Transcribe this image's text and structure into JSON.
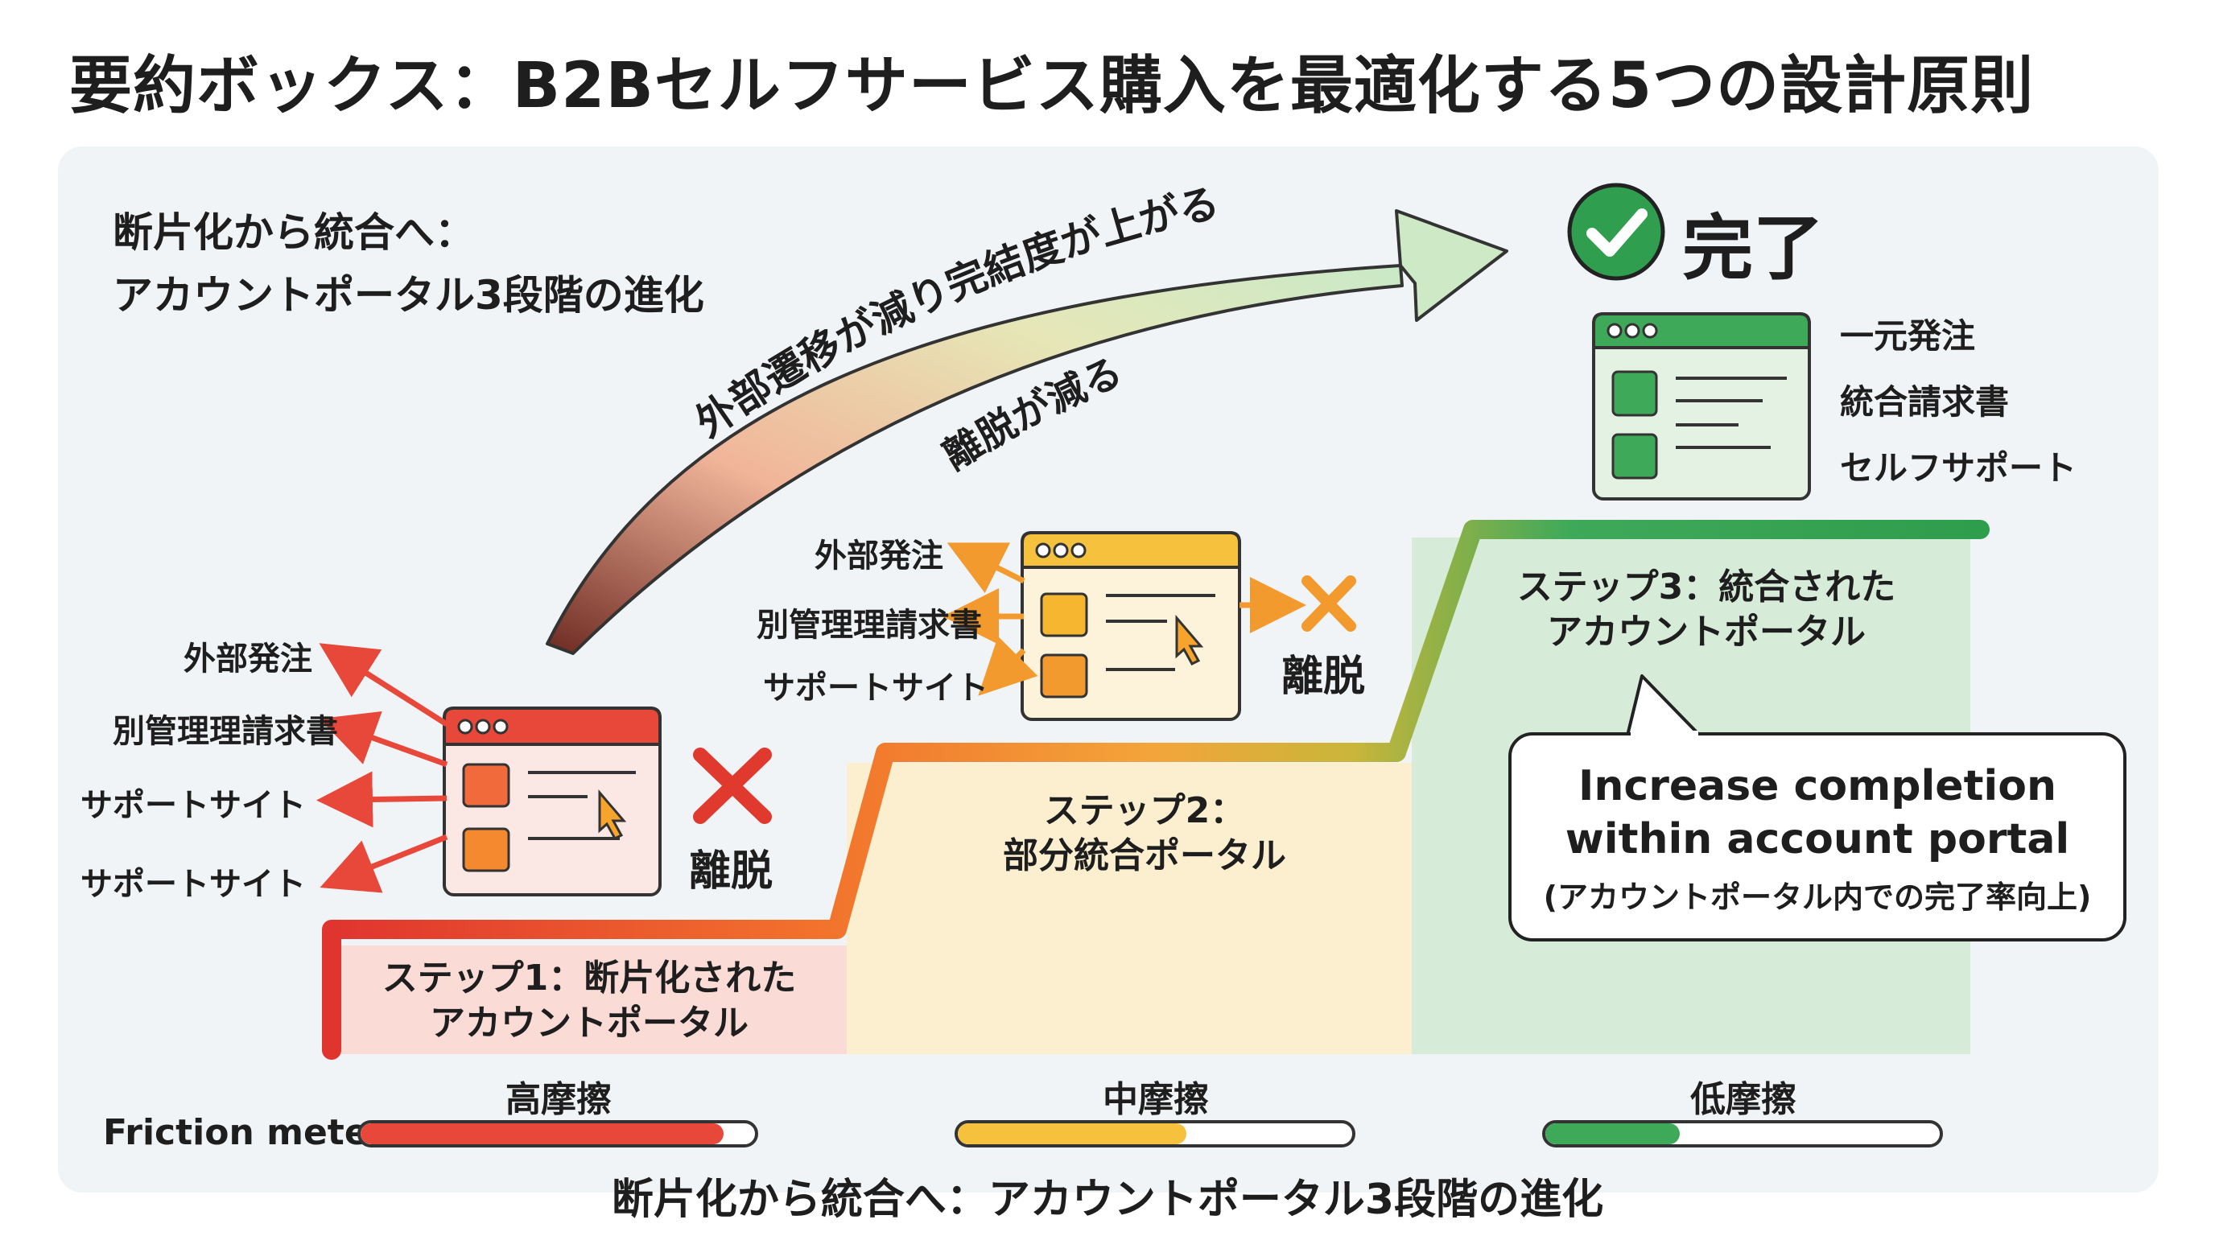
{
  "title": "要約ボックス：B2Bセルフサービス購入を最適化する5つの設計原則",
  "subtitle": {
    "line1": "断片化から統合へ：",
    "line2": "アカウントポータル3段階の進化"
  },
  "arrow_text": {
    "upper": "外部遷移が減り完結度が上がる",
    "lower": "離脱が減る"
  },
  "completion": {
    "label": "完了",
    "features": [
      "一元発注",
      "統合請求書",
      "セルフサポート"
    ]
  },
  "step1": {
    "label_line1": "ステップ1：断片化された",
    "label_line2": "アカウントポータル",
    "links": [
      "外部発注",
      "別管理理請求書",
      "サポートサイト",
      "サポートサイト"
    ],
    "exit_label": "離脱"
  },
  "step2": {
    "label_line1": "ステップ2：",
    "label_line2": "部分統合ポータル",
    "links": [
      "外部発注",
      "別管理理請求書",
      "サポートサイト"
    ],
    "exit_label": "離脱"
  },
  "step3": {
    "label_line1": "ステップ3：統合された",
    "label_line2": "アカウントポータル"
  },
  "callout": {
    "line1": "Increase completion",
    "line2": "within account portal",
    "line3": "(アカウントポータル内での完了率向上)"
  },
  "friction": {
    "label": "Friction meter",
    "levels": [
      {
        "label": "高摩擦",
        "fill": 0.92,
        "color": "#e8483a"
      },
      {
        "label": "中摩擦",
        "fill": 0.58,
        "color": "#f6c23e"
      },
      {
        "label": "低摩擦",
        "fill": 0.34,
        "color": "#3fa95a"
      }
    ]
  },
  "footer": "断片化から統合へ：アカウントポータル3段階の進化",
  "colors": {
    "red": "#e8483a",
    "orange": "#f39a2e",
    "yellow": "#f6c23e",
    "green": "#3fa95a",
    "check": "#2f9e4f"
  }
}
